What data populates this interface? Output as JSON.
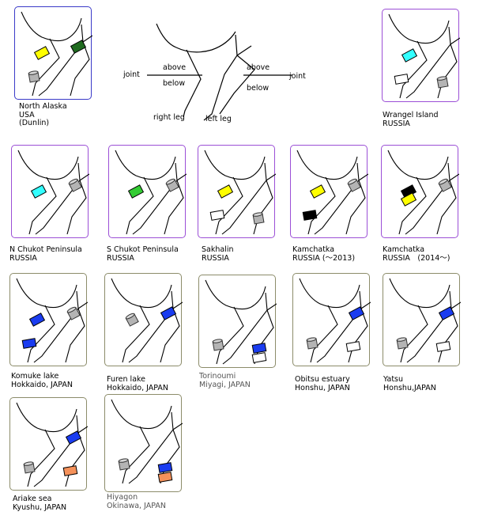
{
  "colors": {
    "yellow": "#ffff00",
    "green": "#008000",
    "darkgreen": "#1f6b1f",
    "lightgreen": "#33cc33",
    "cyan": "#33ffff",
    "blue": "#1a3cf0",
    "black": "#000000",
    "orange": "#f5915a",
    "white": "#ffffff",
    "metal": "#b4b4b4",
    "frame_blue": "#3a3ac8",
    "frame_purple": "#9b4fd6",
    "frame_olive": "#8c8c6a"
  },
  "legend": {
    "joint_left": "joint",
    "joint_right": "joint",
    "above_left": "above",
    "below_left": "below",
    "above_right": "above",
    "below_right": "below",
    "right_leg": "right leg",
    "left_leg": "left leg"
  },
  "panels": [
    {
      "id": "north-alaska",
      "frame": "frame_blue",
      "lines": [
        "North Alaska",
        "USA",
        "(Dunlin)"
      ],
      "bands": [
        {
          "leg": "R",
          "pos": "above",
          "color": "yellow"
        },
        {
          "leg": "R",
          "pos": "below",
          "color": "metal"
        },
        {
          "leg": "L",
          "pos": "above",
          "color": "darkgreen"
        }
      ]
    },
    {
      "id": "wrangel-island",
      "frame": "frame_purple",
      "lines": [
        "Wrangel Island",
        "RUSSIA"
      ],
      "bands": [
        {
          "leg": "R",
          "pos": "above",
          "color": "cyan"
        },
        {
          "leg": "R",
          "pos": "below",
          "color": "white"
        },
        {
          "leg": "L",
          "pos": "below",
          "color": "metal"
        }
      ]
    },
    {
      "id": "n-chukot",
      "frame": "frame_purple",
      "lines": [
        "N Chukot Peninsula",
        "RUSSIA"
      ],
      "bands": [
        {
          "leg": "R",
          "pos": "above",
          "color": "cyan"
        },
        {
          "leg": "L",
          "pos": "above",
          "color": "metal"
        }
      ]
    },
    {
      "id": "s-chukot",
      "frame": "frame_purple",
      "lines": [
        "S Chukot Peninsula",
        "RUSSIA"
      ],
      "bands": [
        {
          "leg": "R",
          "pos": "above",
          "color": "lightgreen"
        },
        {
          "leg": "L",
          "pos": "above",
          "color": "metal"
        }
      ]
    },
    {
      "id": "sakhalin",
      "frame": "frame_purple",
      "lines": [
        "Sakhalin",
        "RUSSIA"
      ],
      "bands": [
        {
          "leg": "R",
          "pos": "above",
          "color": "yellow"
        },
        {
          "leg": "R",
          "pos": "below",
          "color": "white"
        },
        {
          "leg": "L",
          "pos": "below",
          "color": "metal"
        }
      ]
    },
    {
      "id": "kamchatka-2013",
      "frame": "frame_purple",
      "lines": [
        "Kamchatka",
        "RUSSIA (～2013)"
      ],
      "bands": [
        {
          "leg": "R",
          "pos": "above",
          "color": "yellow"
        },
        {
          "leg": "R",
          "pos": "below",
          "color": "black"
        },
        {
          "leg": "L",
          "pos": "above",
          "color": "metal"
        }
      ]
    },
    {
      "id": "kamchatka-2014",
      "frame": "frame_purple",
      "lines": [
        "Kamchatka",
        "RUSSIA　(2014～)"
      ],
      "bands": [
        {
          "leg": "R",
          "pos": "above",
          "color": "black"
        },
        {
          "leg": "R",
          "pos": "above2",
          "color": "yellow"
        },
        {
          "leg": "L",
          "pos": "above",
          "color": "metal"
        }
      ]
    },
    {
      "id": "komuke",
      "frame": "frame_olive",
      "lines": [
        "Komuke lake",
        "Hokkaido, JAPAN"
      ],
      "bands": [
        {
          "leg": "R",
          "pos": "above",
          "color": "blue"
        },
        {
          "leg": "R",
          "pos": "below",
          "color": "blue"
        },
        {
          "leg": "L",
          "pos": "above",
          "color": "metal"
        }
      ]
    },
    {
      "id": "furen",
      "frame": "frame_olive",
      "lines": [
        "Furen lake",
        "Hokkaido, JAPAN"
      ],
      "bands": [
        {
          "leg": "R",
          "pos": "above",
          "color": "metal"
        },
        {
          "leg": "L",
          "pos": "above",
          "color": "blue"
        }
      ]
    },
    {
      "id": "torinoumi",
      "frame": "frame_olive",
      "lines": [
        "Torinoumi",
        "Miyagi, JAPAN"
      ],
      "bands": [
        {
          "leg": "R",
          "pos": "below",
          "color": "metal"
        },
        {
          "leg": "L",
          "pos": "below",
          "color": "blue"
        },
        {
          "leg": "L",
          "pos": "below2",
          "color": "white"
        }
      ]
    },
    {
      "id": "obitsu",
      "frame": "frame_olive",
      "lines": [
        "Obitsu estuary",
        "Honshu, JAPAN"
      ],
      "bands": [
        {
          "leg": "R",
          "pos": "below",
          "color": "metal"
        },
        {
          "leg": "L",
          "pos": "above",
          "color": "blue"
        },
        {
          "leg": "L",
          "pos": "below",
          "color": "white"
        }
      ]
    },
    {
      "id": "yatsu",
      "frame": "frame_olive",
      "lines": [
        "Yatsu",
        "Honshu,JAPAN"
      ],
      "bands": [
        {
          "leg": "R",
          "pos": "below",
          "color": "metal"
        },
        {
          "leg": "L",
          "pos": "above",
          "color": "blue"
        },
        {
          "leg": "L",
          "pos": "below",
          "color": "white"
        }
      ]
    },
    {
      "id": "ariake",
      "frame": "frame_olive",
      "lines": [
        "Ariake sea",
        "Kyushu, JAPAN"
      ],
      "bands": [
        {
          "leg": "R",
          "pos": "below",
          "color": "metal"
        },
        {
          "leg": "L",
          "pos": "above",
          "color": "blue"
        },
        {
          "leg": "L",
          "pos": "below",
          "color": "orange"
        }
      ]
    },
    {
      "id": "hiyagon",
      "frame": "frame_olive",
      "lines": [
        "Hiyagon",
        "Okinawa, JAPAN"
      ],
      "bands": [
        {
          "leg": "R",
          "pos": "below",
          "color": "metal"
        },
        {
          "leg": "L",
          "pos": "below",
          "color": "blue"
        },
        {
          "leg": "L",
          "pos": "below2",
          "color": "orange"
        }
      ]
    }
  ]
}
